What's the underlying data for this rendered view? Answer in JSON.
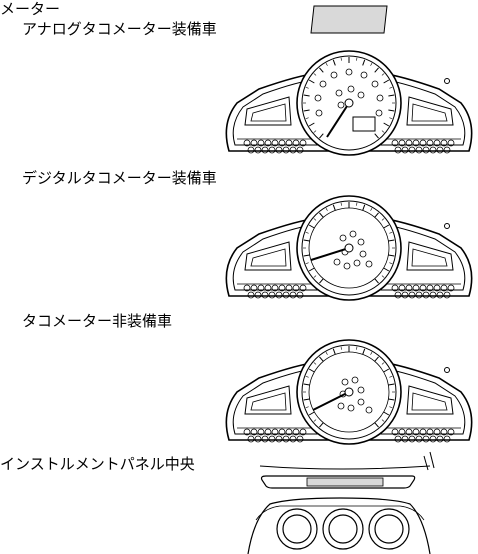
{
  "section_title": "メーター",
  "labels": {
    "analog": "アナログタコメーター装備車",
    "digital": "デジタルタコメーター装備車",
    "none": "タコメーター非装備車",
    "panel": "インストルメントパネル中央"
  }
}
